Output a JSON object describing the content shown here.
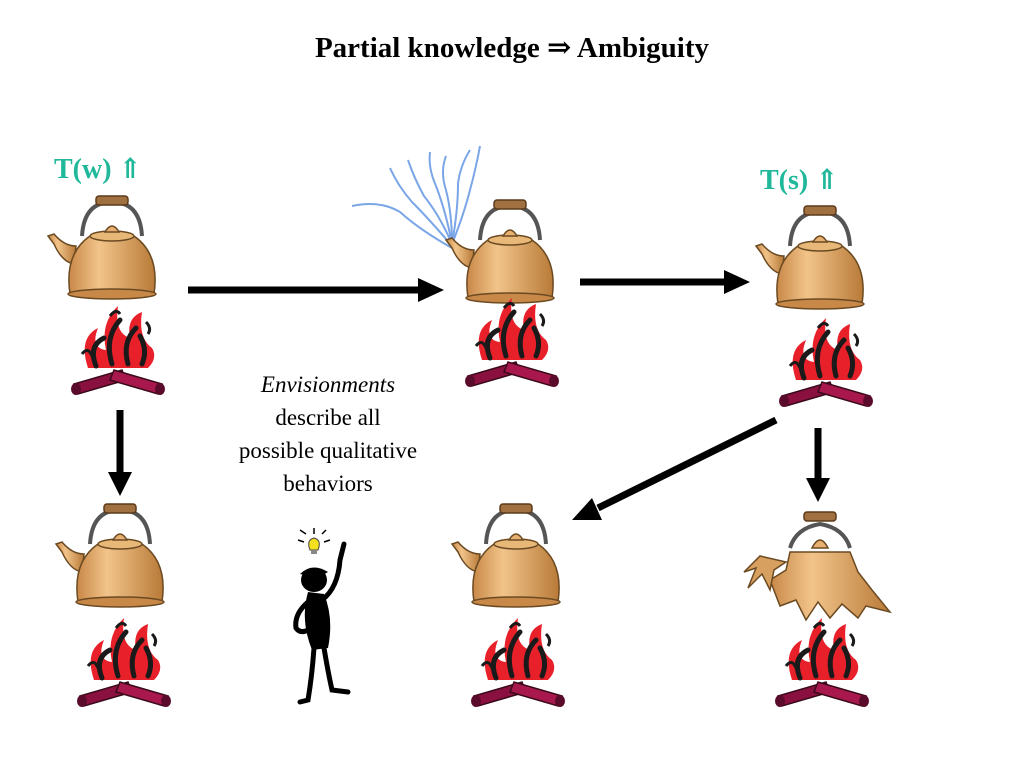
{
  "title": "Partial knowledge ⇒ Ambiguity",
  "labels": {
    "warm": "T(w) ⇑",
    "steam": "T(s) ⇑"
  },
  "caption": {
    "line1": "Envisionments",
    "line2": "describe all",
    "line3": "possible qualitative",
    "line4": "behaviors"
  },
  "colors": {
    "kettle_body": "#e8b070",
    "kettle_shade": "#b87a38",
    "flame": "#e8202a",
    "flame_dark": "#1a1a1a",
    "log": "#8a1040",
    "steam": "#7aa6e8",
    "label_teal": "#1fb89a",
    "arrow": "#000000"
  },
  "icons": [
    "kettle-icon",
    "fire-icon",
    "steam-icon",
    "exploded-kettle-icon",
    "thinking-person-icon",
    "light-bulb-icon"
  ]
}
